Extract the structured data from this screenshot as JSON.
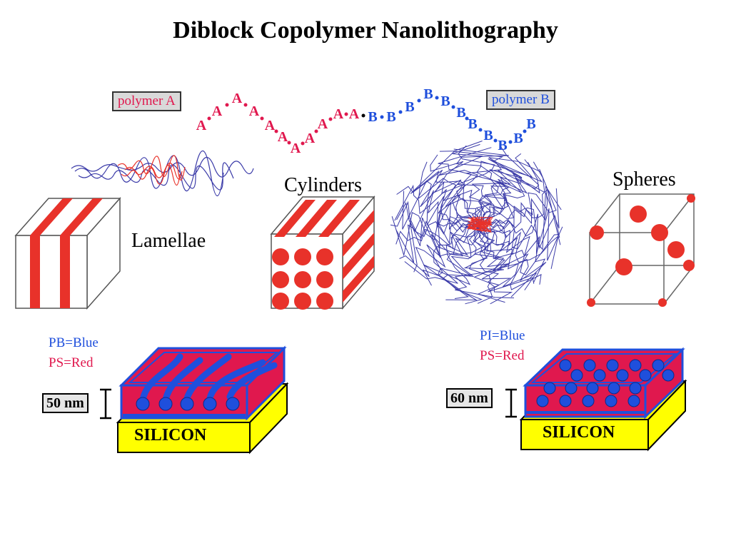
{
  "title": "Diblock Copolymer Nanolithography",
  "chain": {
    "polymer_a_label": "polymer A",
    "polymer_b_label": "polymer B",
    "a_letter": "A",
    "b_letter": "B"
  },
  "morphologies": {
    "lamellae": "Lamellae",
    "cylinders": "Cylinders",
    "spheres": "Spheres"
  },
  "left_film": {
    "legend_blue": "PB=Blue",
    "legend_red": "PS=Red",
    "thickness": "50 nm",
    "substrate": "SILICON"
  },
  "right_film": {
    "legend_blue": "PI=Blue",
    "legend_red": "PS=Red",
    "thickness": "60 nm",
    "substrate": "SILICON"
  },
  "colors": {
    "red": "#e8322a",
    "pink_red": "#e0184e",
    "blue": "#1f4fdc",
    "yellow": "#ffff00",
    "coil_blue": "#3a3aa8"
  }
}
